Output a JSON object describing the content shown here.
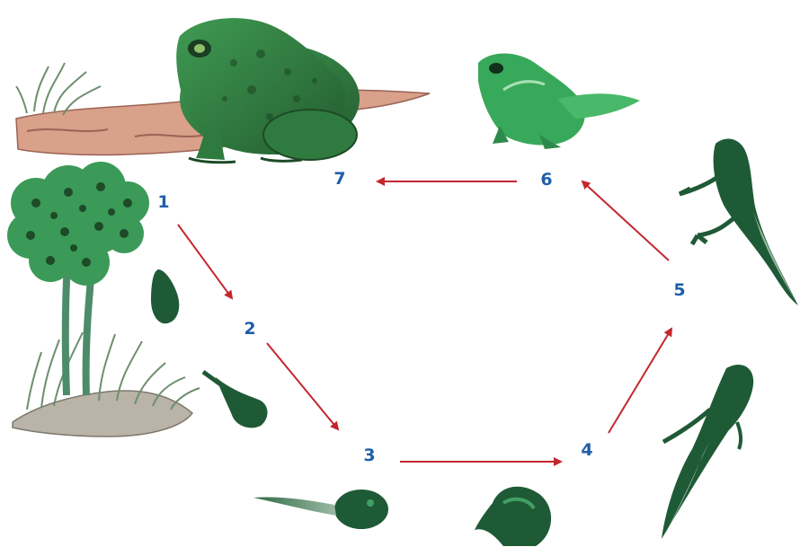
{
  "diagram": {
    "stages": [
      {
        "id": 1,
        "label": "1",
        "depicts": "frog-eggs"
      },
      {
        "id": 2,
        "label": "2",
        "depicts": "embryo"
      },
      {
        "id": 3,
        "label": "3",
        "depicts": "young-tadpole"
      },
      {
        "id": 4,
        "label": "4",
        "depicts": "tadpole"
      },
      {
        "id": 5,
        "label": "5",
        "depicts": "tadpole-with-legs"
      },
      {
        "id": 6,
        "label": "6",
        "depicts": "froglet"
      },
      {
        "id": 7,
        "label": "7",
        "depicts": "adult-frog"
      }
    ],
    "arrows": [
      {
        "from": 1,
        "to": 2
      },
      {
        "from": 2,
        "to": 3
      },
      {
        "from": 3,
        "to": 4
      },
      {
        "from": 4,
        "to": 5
      },
      {
        "from": 5,
        "to": 6
      },
      {
        "from": 6,
        "to": 7
      }
    ]
  },
  "colors": {
    "label": "#1f5fa8",
    "arrow": "#c4262e",
    "frog_dark": "#2d6e3a",
    "frog_light": "#3aa457",
    "tadpole": "#1f5a36",
    "egg": "#3b9a58",
    "log": "#d9a08a",
    "grass": "#6d8f6e",
    "soil": "#b9b3a8"
  }
}
